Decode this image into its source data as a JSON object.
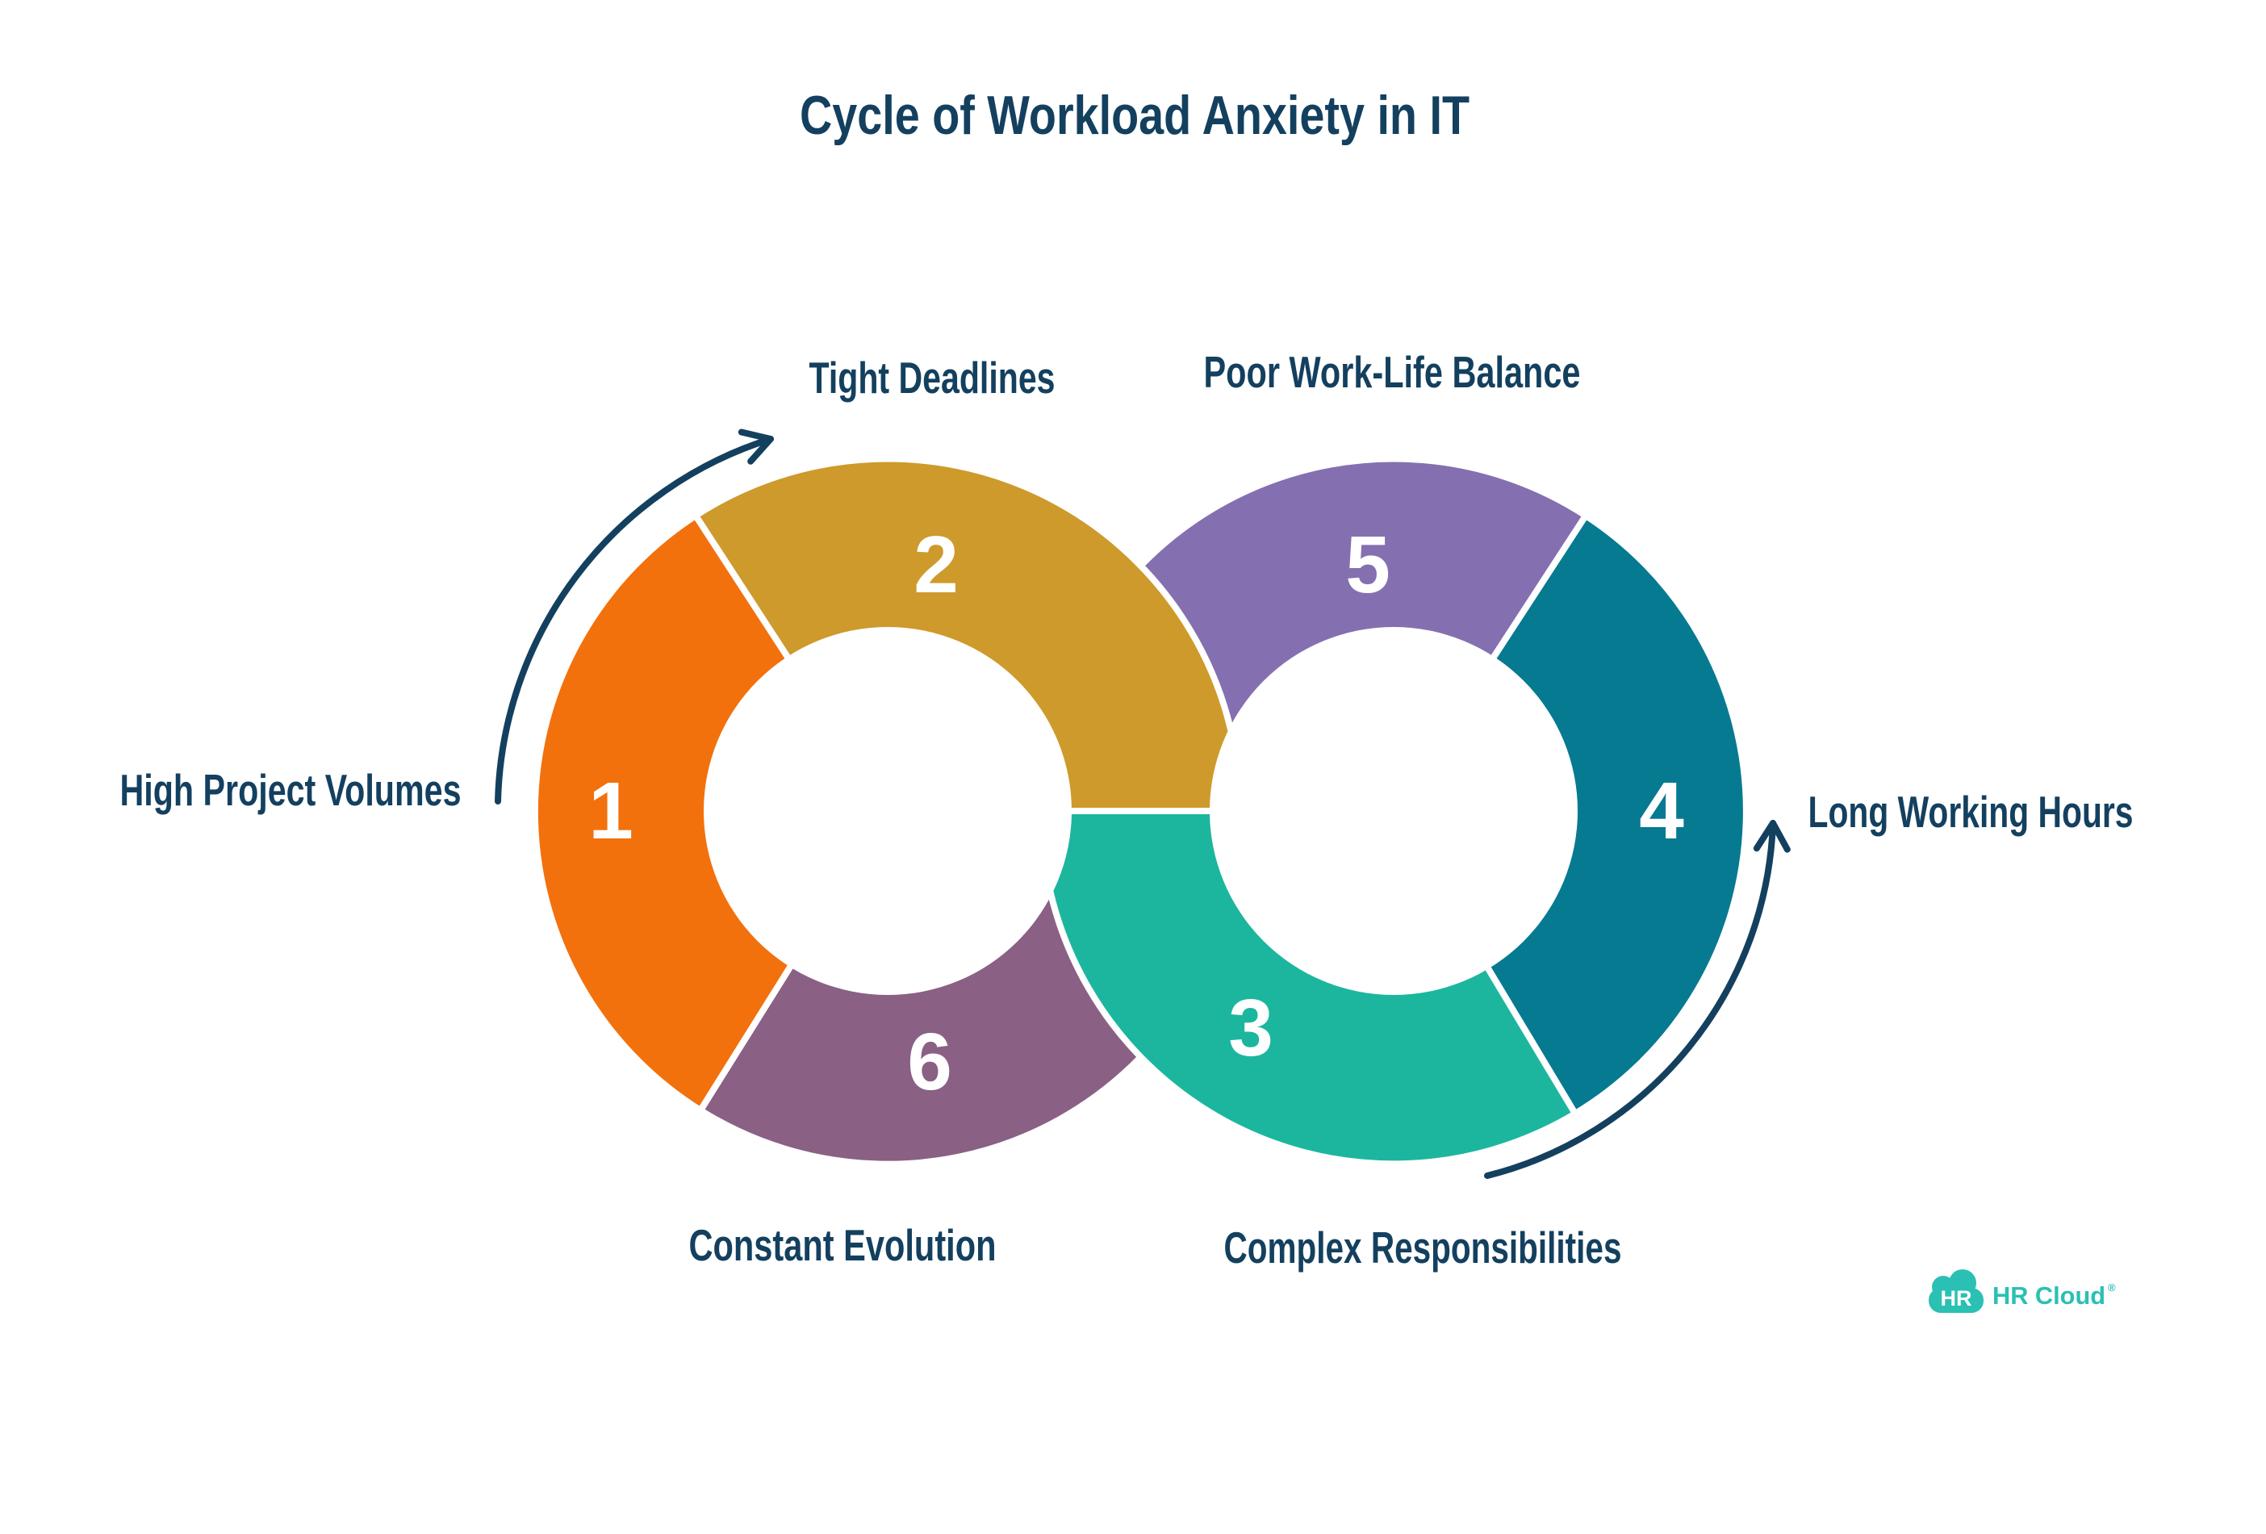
{
  "title": "Cycle of Workload Anxiety in IT",
  "colors": {
    "navy": "#14405F",
    "background": "#FFFFFF",
    "white": "#FFFFFF",
    "logo_teal": "#2BC0B4"
  },
  "steps": [
    {
      "number": "1",
      "label": "High Project Volumes",
      "color": "#F2710D"
    },
    {
      "number": "2",
      "label": "Tight Deadlines",
      "color": "#CE9A2C"
    },
    {
      "number": "3",
      "label": "Complex Responsibilities",
      "color": "#1CB69E"
    },
    {
      "number": "4",
      "label": "Long Working Hours",
      "color": "#067A91"
    },
    {
      "number": "5",
      "label": "Poor Work-Life Balance",
      "color": "#8470B0"
    },
    {
      "number": "6",
      "label": "Constant Evolution",
      "color": "#8A6084"
    }
  ],
  "logo": {
    "icon_text": "HR",
    "wordmark": "HR Cloud",
    "registered": "®"
  }
}
